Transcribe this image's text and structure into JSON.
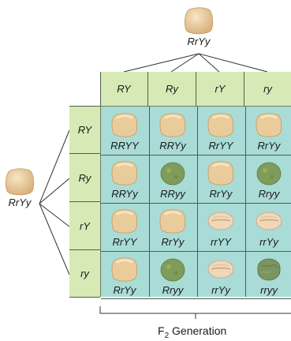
{
  "parents": {
    "top": {
      "genotype": "RrYy",
      "pea": "round-yellow"
    },
    "left": {
      "genotype": "RrYy",
      "pea": "round-yellow"
    }
  },
  "gametes": {
    "columns": [
      "RY",
      "Ry",
      "rY",
      "ry"
    ],
    "rows": [
      "RY",
      "Ry",
      "rY",
      "ry"
    ]
  },
  "grid": [
    [
      {
        "genotype": "RRYY",
        "pea": "round-yellow"
      },
      {
        "genotype": "RRYy",
        "pea": "round-yellow"
      },
      {
        "genotype": "RrYY",
        "pea": "round-yellow"
      },
      {
        "genotype": "RrYy",
        "pea": "round-yellow"
      }
    ],
    [
      {
        "genotype": "RRYy",
        "pea": "round-yellow"
      },
      {
        "genotype": "RRyy",
        "pea": "round-green"
      },
      {
        "genotype": "RrYy",
        "pea": "round-yellow"
      },
      {
        "genotype": "Rryy",
        "pea": "round-green"
      }
    ],
    [
      {
        "genotype": "RrYY",
        "pea": "round-yellow"
      },
      {
        "genotype": "RrYy",
        "pea": "round-yellow"
      },
      {
        "genotype": "rrYY",
        "pea": "wrinkled-yellow"
      },
      {
        "genotype": "rrYy",
        "pea": "wrinkled-yellow"
      }
    ],
    [
      {
        "genotype": "RrYy",
        "pea": "round-yellow"
      },
      {
        "genotype": "Rryy",
        "pea": "round-green"
      },
      {
        "genotype": "rrYy",
        "pea": "wrinkled-yellow"
      },
      {
        "genotype": "rryy",
        "pea": "wrinkled-green"
      }
    ]
  ],
  "footer": {
    "prefix": "F",
    "subscript": "2",
    "suffix": " Generation"
  },
  "colors": {
    "header_bg": "#d7eab6",
    "grid_bg": "#a9dcd6",
    "pea_yellow": "#e9cc9a",
    "pea_green": "#7f9c58"
  }
}
